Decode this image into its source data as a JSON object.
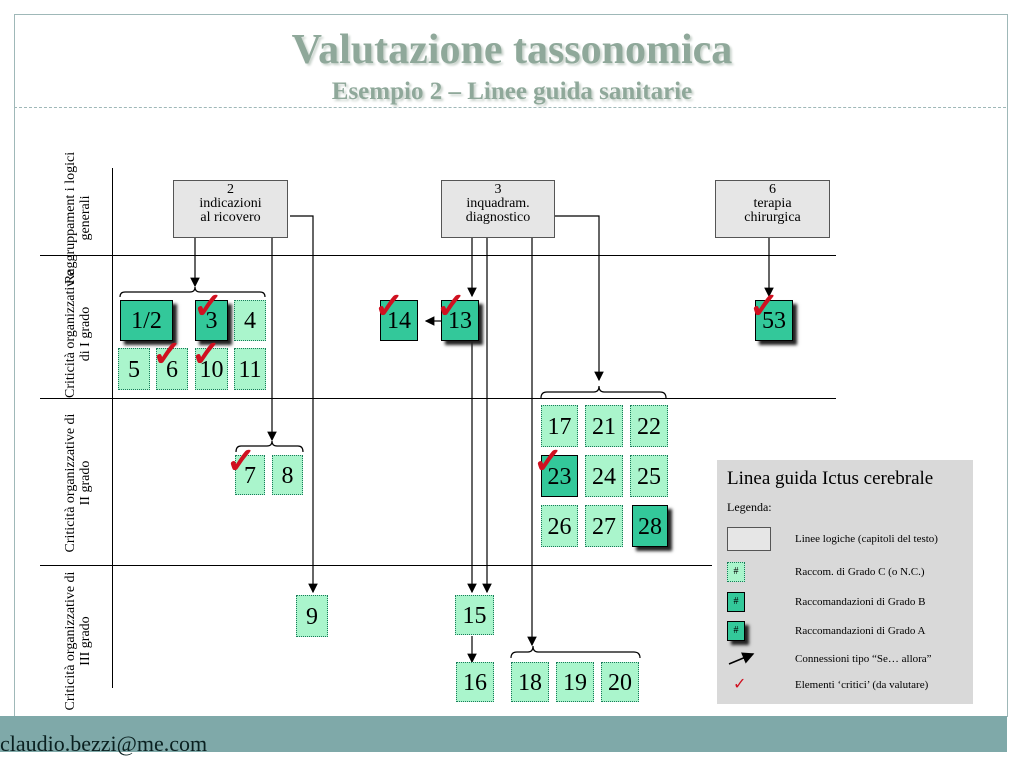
{
  "title": "Valutazione tassonomica",
  "subtitle": "Esempio 2 – Linee guida sanitarie",
  "footer_email": "claudio.bezzi@me.com",
  "rows": [
    "Raggruppament i logici generali",
    "Criticità organizzativ e di I grado",
    "Criticità organizzative di II grado",
    "Criticità organizzative di III grado"
  ],
  "groups": {
    "g2": {
      "num": "2",
      "l1": "indicazioni",
      "l2": "al ricovero"
    },
    "g3": {
      "num": "3",
      "l1": "inquadram.",
      "l2": "diagnostico"
    },
    "g6": {
      "num": "6",
      "l1": "terapia",
      "l2": "chirurgica"
    }
  },
  "items": {
    "i1_2": "1/2",
    "i3": "3",
    "i4": "4",
    "i5": "5",
    "i6": "6",
    "i10": "10",
    "i11": "11",
    "i14": "14",
    "i13": "13",
    "i53": "53",
    "i17": "17",
    "i21": "21",
    "i22": "22",
    "i23": "23",
    "i24": "24",
    "i25": "25",
    "i26": "26",
    "i27": "27",
    "i28": "28",
    "i7": "7",
    "i8": "8",
    "i9": "9",
    "i15": "15",
    "i16": "16",
    "i18": "18",
    "i19": "19",
    "i20": "20"
  },
  "check_mark": "✓",
  "legend": {
    "title": "Linea guida Ictus cerebrale",
    "subtitle": "Legenda:",
    "hash": "#",
    "entries": [
      "Linee logiche (capitoli del testo)",
      "Raccom. di Grado C (o N.C.)",
      "Raccomandazioni di Grado B",
      "Raccomandazioni di Grado A",
      "Connessioni tipo “Se… allora”",
      "Elementi ‘critici’ (da valutare)"
    ]
  },
  "colors": {
    "grade_c": "#aaf5cc",
    "grade_ab": "#33c89a",
    "check": "#d01020",
    "title": "#8fa89a",
    "footer": "#7fa9a9"
  }
}
